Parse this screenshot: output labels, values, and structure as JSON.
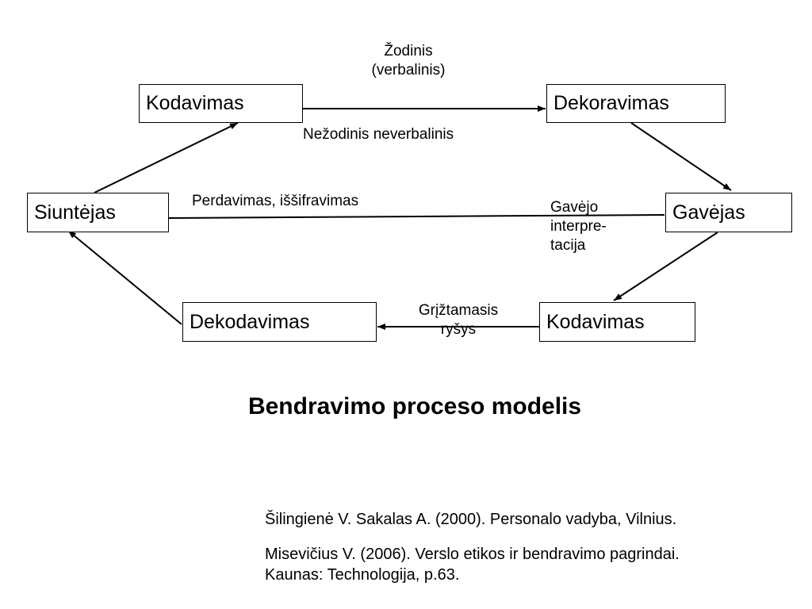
{
  "boxes": {
    "kodavimas_top": "Kodavimas",
    "dekoravimas": "Dekoravimas",
    "siuntejas": "Siuntėjas",
    "gavejas": "Gavėjas",
    "dekodavimas": "Dekodavimas",
    "kodavimas_bottom": "Kodavimas"
  },
  "labels": {
    "zodinis_line1": "Žodinis",
    "zodinis_line2": "(verbalinis)",
    "nezodinis": "Nežodinis neverbalinis",
    "perdavimas": "Perdavimas, iššifravimas",
    "gavejo_line1": "Gavėjo",
    "gavejo_line2": "interpre-",
    "gavejo_line3": "tacija",
    "griztamasis_line1": "Grįžtamasis",
    "griztamasis_line2": "ryšys"
  },
  "title": "Bendravimo proceso modelis",
  "references": {
    "ref1": "Šilingienė V. Sakalas A. (2000). Personalo vadyba, Vilnius.",
    "ref2_line1": "Misevičius V. (2006). Verslo etikos ir bendravimo pagrindai.",
    "ref2_line2": "Kaunas: Technologija, p.63."
  }
}
